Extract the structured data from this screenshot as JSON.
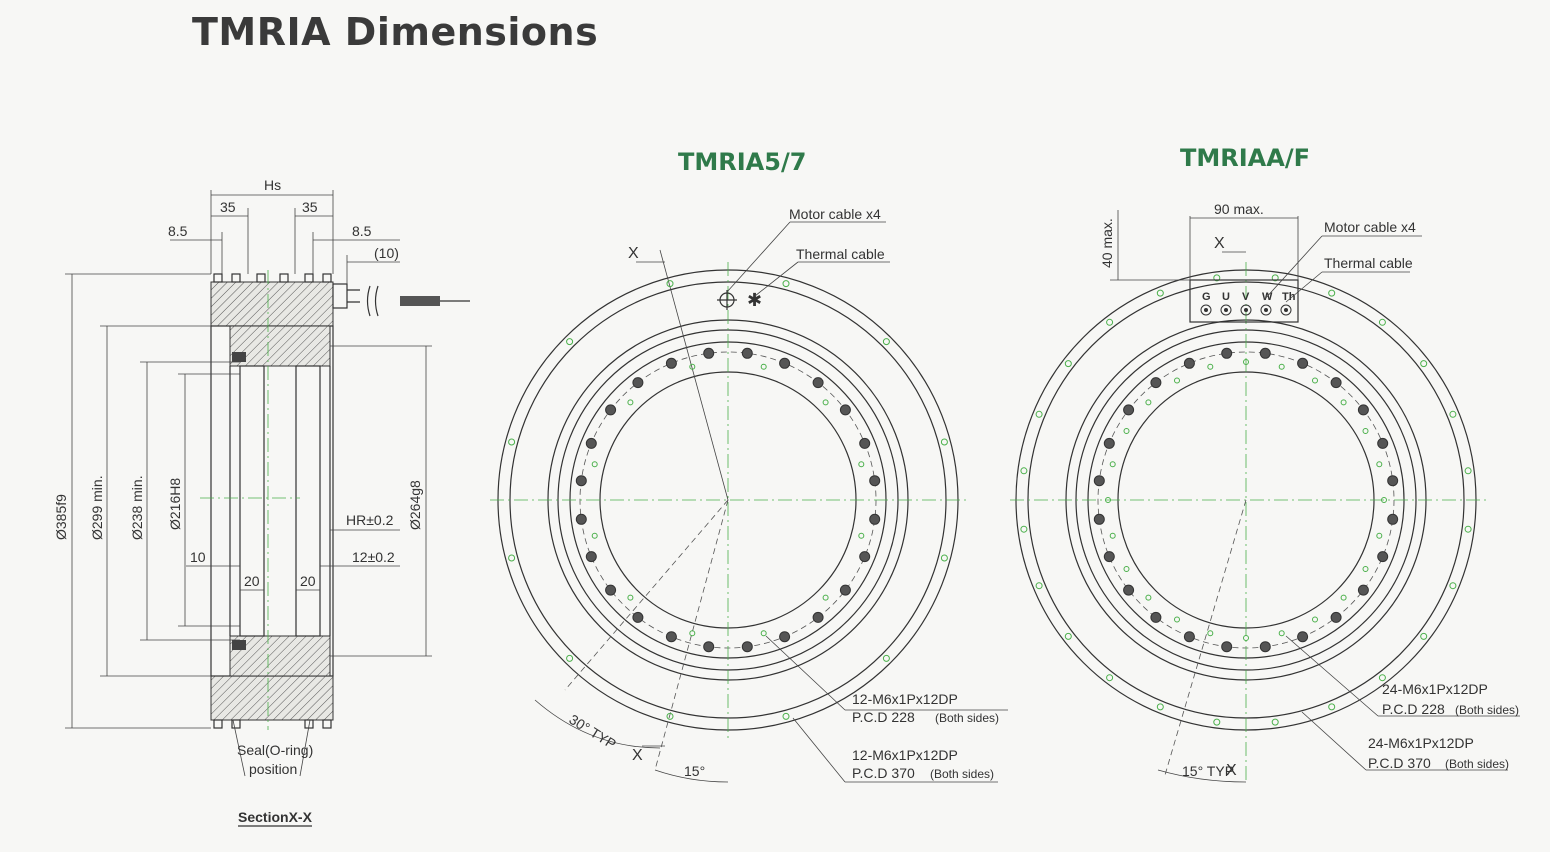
{
  "page": {
    "title": "TMRIA Dimensions"
  },
  "section": {
    "dims": {
      "hs": "Hs",
      "left_35": "35",
      "right_35": "35",
      "left_85": "8.5",
      "right_85": "8.5",
      "ten_paren": "(10)",
      "d385": "Ø385f9",
      "d299": "Ø299 min.",
      "d238": "Ø238 min.",
      "d216": "Ø216H8",
      "d264": "Ø264g8",
      "hr": "HR±0.2",
      "twelve": "12±0.2",
      "ten": "10",
      "twenty_l": "20",
      "twenty_r": "20"
    },
    "seal_line1": "Seal(O-ring)",
    "seal_line2": "position",
    "caption": "SectionX-X"
  },
  "views": [
    {
      "title": "TMRIA5/7",
      "motor_cable": "Motor cable x4",
      "thermal_cable": "Thermal cable",
      "x_top": "X",
      "x_bottom": "X",
      "angle_typ": "30° TYP",
      "angle_15": "15°",
      "inner_holes": "12-M6x1Px12DP",
      "inner_pcd": "P.C.D 228",
      "inner_sides": "(Both sides)",
      "outer_holes": "12-M6x1Px12DP",
      "outer_pcd": "P.C.D  370",
      "outer_sides": "(Both sides)"
    },
    {
      "title": "TMRIAA/F",
      "width_max": "90 max.",
      "height_max": "40 max.",
      "motor_cable": "Motor cable x4",
      "thermal_cable": "Thermal cable",
      "x_top": "X",
      "x_bottom": "X",
      "terminals": [
        "G",
        "U",
        "V",
        "W",
        "Th"
      ],
      "angle_typ": "15° TYP",
      "inner_holes": "24-M6x1Px12DP",
      "inner_pcd": "P.C.D 228",
      "inner_sides": "(Both sides)",
      "outer_holes": "24-M6x1Px12DP",
      "outer_pcd": "P.C.D  370",
      "outer_sides": "(Both sides)"
    }
  ],
  "colors": {
    "title_green": "#2f7a4a",
    "center_line": "#4bb04b",
    "line": "#333333"
  }
}
